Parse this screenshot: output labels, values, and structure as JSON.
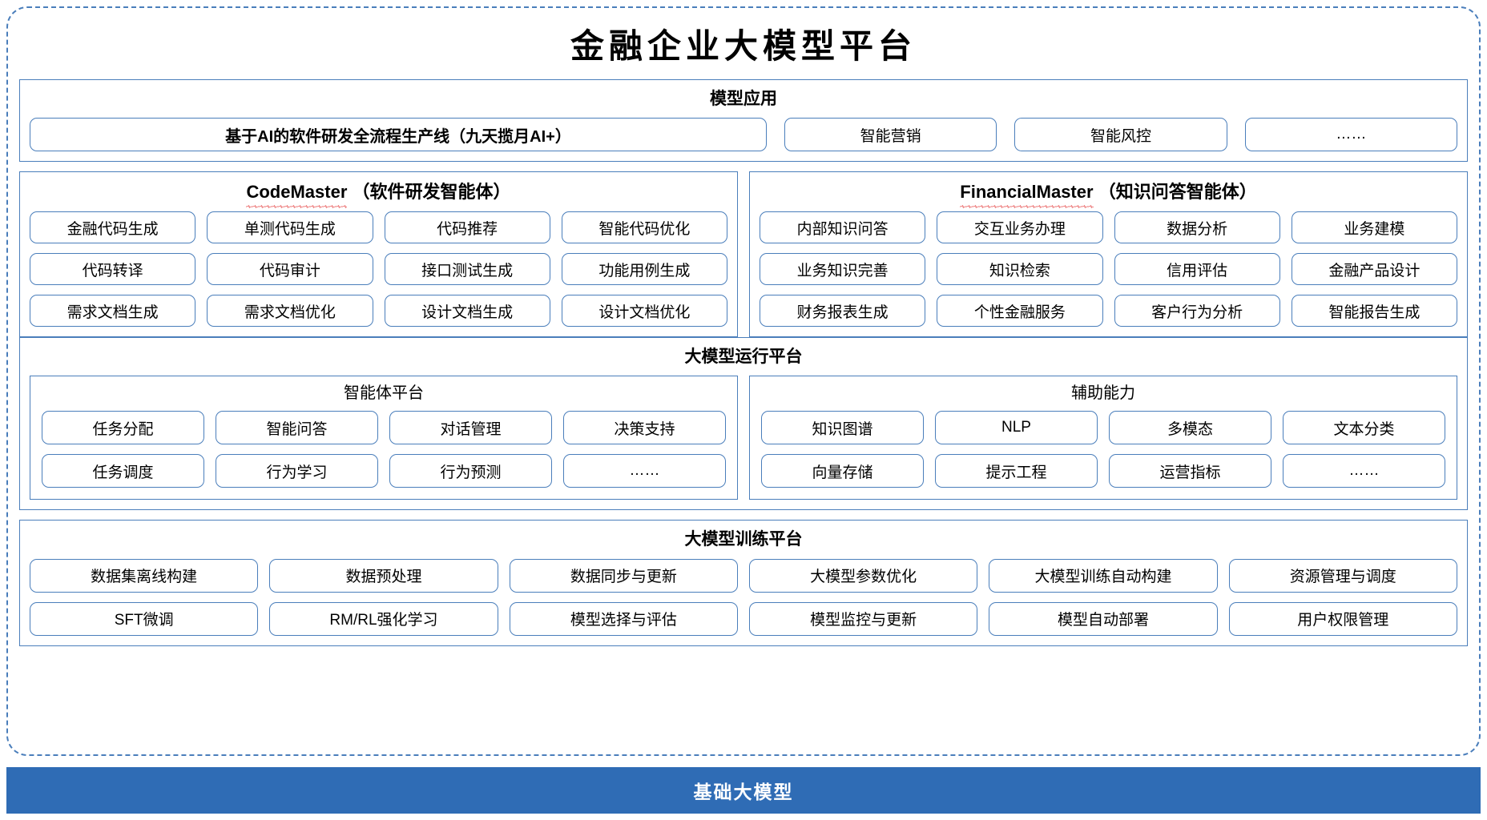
{
  "title": "金融企业大模型平台",
  "colors": {
    "accent": "#4a7ebb",
    "base_band": "#2f6cb5",
    "spellcheck": "#e02020",
    "text": "#000000"
  },
  "model_application": {
    "title": "模型应用",
    "primary_item": "基于AI的软件研发全流程生产线（九天揽月AI+）",
    "items": [
      "智能营销",
      "智能风控",
      "……"
    ]
  },
  "agents": [
    {
      "name_latin": "CodeMaster",
      "name_cn": "（软件研发智能体）",
      "spellcheck_underline": true,
      "rows": [
        [
          "金融代码生成",
          "单测代码生成",
          "代码推荐",
          "智能代码优化"
        ],
        [
          "代码转译",
          "代码审计",
          "接口测试生成",
          "功能用例生成"
        ],
        [
          "需求文档生成",
          "需求文档优化",
          "设计文档生成",
          "设计文档优化"
        ]
      ]
    },
    {
      "name_latin": "FinancialMaster",
      "name_cn": "（知识问答智能体）",
      "spellcheck_underline": true,
      "rows": [
        [
          "内部知识问答",
          "交互业务办理",
          "数据分析",
          "业务建模"
        ],
        [
          "业务知识完善",
          "知识检索",
          "信用评估",
          "金融产品设计"
        ],
        [
          "财务报表生成",
          "个性金融服务",
          "客户行为分析",
          "智能报告生成"
        ]
      ]
    }
  ],
  "runtime_platform": {
    "title": "大模型运行平台",
    "subpanels": [
      {
        "title": "智能体平台",
        "rows": [
          [
            "任务分配",
            "智能问答",
            "对话管理",
            "决策支持"
          ],
          [
            "任务调度",
            "行为学习",
            "行为预测",
            "……"
          ]
        ]
      },
      {
        "title": "辅助能力",
        "rows": [
          [
            "知识图谱",
            "NLP",
            "多模态",
            "文本分类"
          ],
          [
            "向量存储",
            "提示工程",
            "运营指标",
            "……"
          ]
        ]
      }
    ]
  },
  "training_platform": {
    "title": "大模型训练平台",
    "rows": [
      [
        "数据集离线构建",
        "数据预处理",
        "数据同步与更新",
        "大模型参数优化",
        "大模型训练自动构建",
        "资源管理与调度"
      ],
      [
        "SFT微调",
        "RM/RL强化学习",
        "模型选择与评估",
        "模型监控与更新",
        "模型自动部署",
        "用户权限管理"
      ]
    ]
  },
  "base_layer": {
    "label": "基础大模型"
  }
}
